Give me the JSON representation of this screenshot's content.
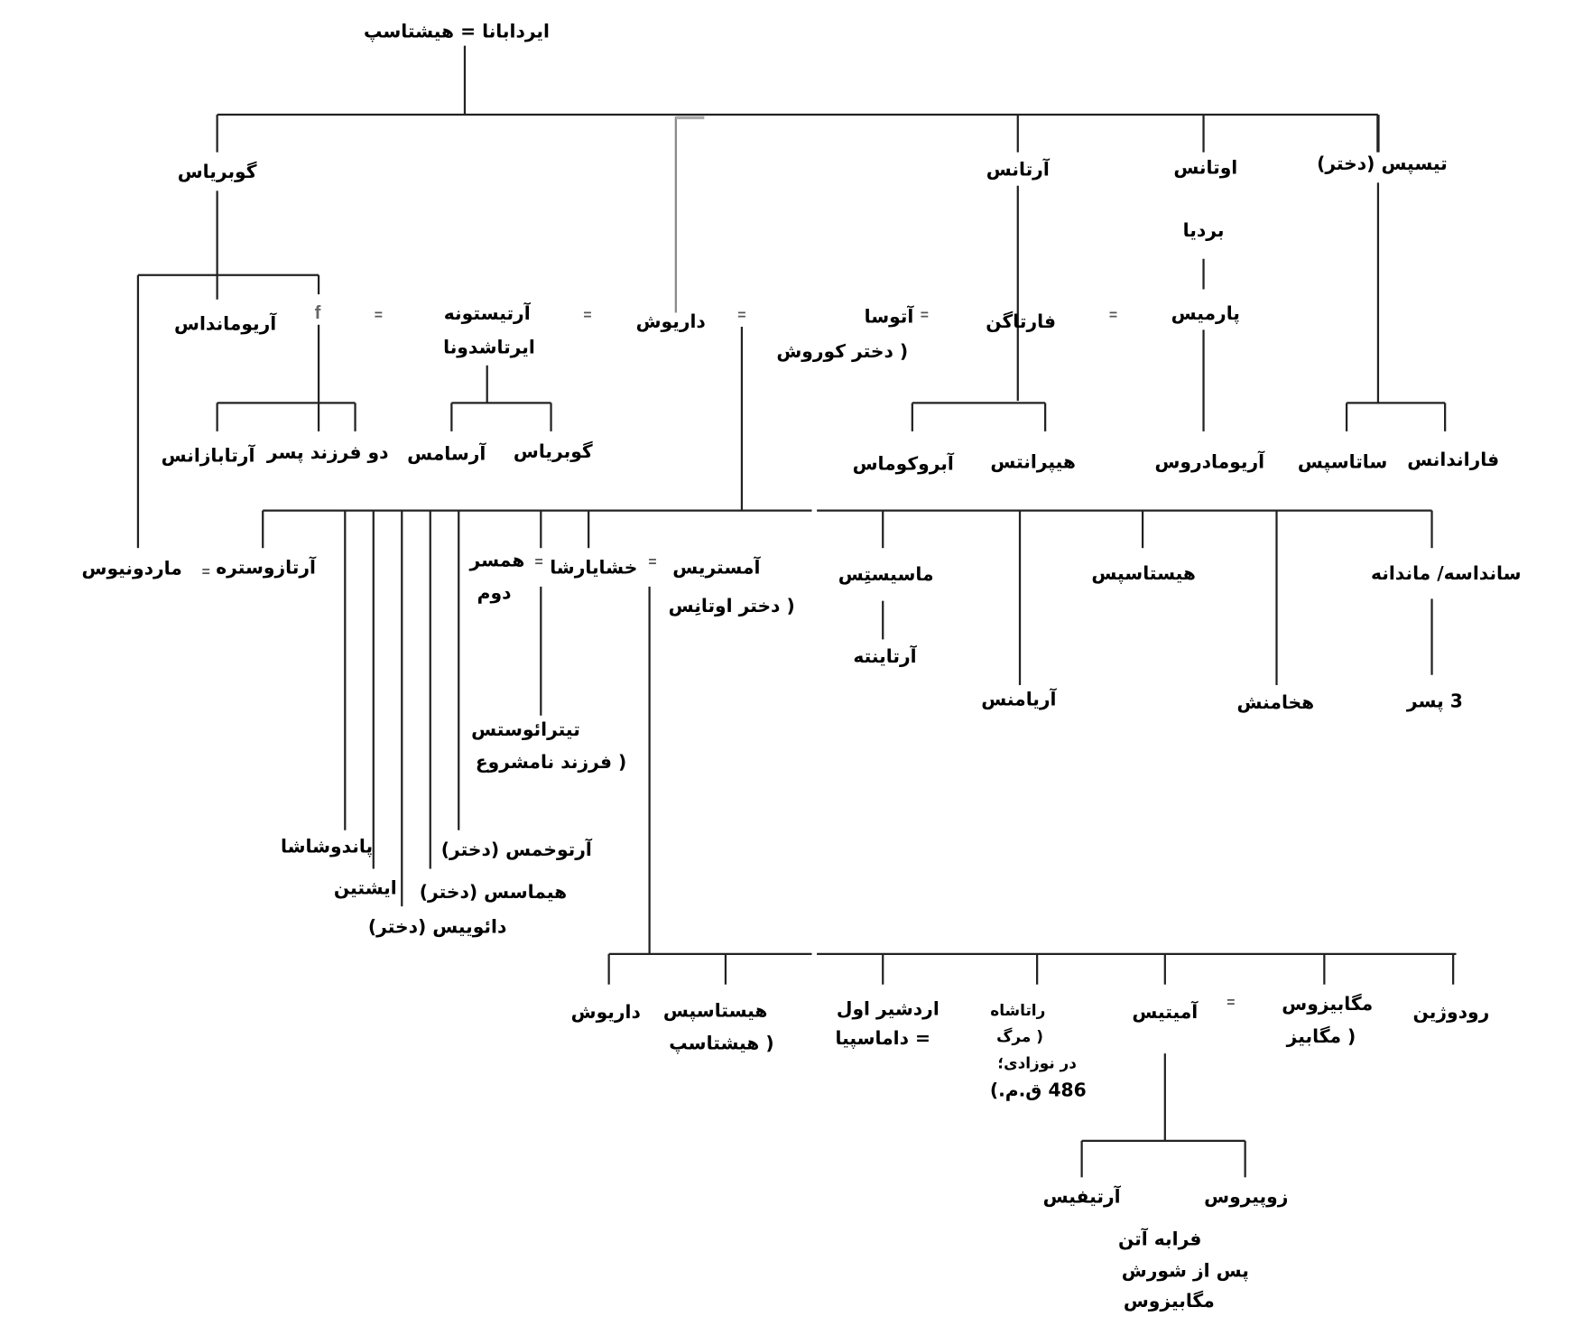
{
  "marriage_symbol": "=",
  "people": {
    "root": "ایردابانا = هیشتاسپ",
    "gobryas": "گوبریاس",
    "artanes": "آرتانس",
    "otanes": "اوتانس",
    "bardiya": "بردیا",
    "thyspes": "تیسپس (دختر)",
    "ariomandes": "آریومانداس",
    "f_mark": "f",
    "artystone": "آرتیستونه",
    "irtashduna": "ایرتاشدونا",
    "darius": "داریوش",
    "atossa": "آتوسا",
    "atossa_note": "( دختر کوروش",
    "phratagune": "فارتاگن",
    "parmys": "پارمیس",
    "artabazanes": "آرتابازانس",
    "two_sons": "دو فرزند پسر",
    "arsames": "آرسامس",
    "gobryas_2": "گوبریاس",
    "abrocomas": "آبروکوماس",
    "hyperanthes": "هیپرانتس",
    "ariomardus": "آریومادروس",
    "sataspes": "ساتاسپس",
    "pharandates": "فاراندانس",
    "mardonius": "ماردونیوس",
    "artazostre": "آرتازوستره",
    "second_wife": "همسر",
    "second_wife_2": "دوم",
    "xerxes": "خشایارشا",
    "amestris": "آمستریس",
    "amestris_note": "( دختر اوتانِس",
    "masistes": "ماسیستِس",
    "artaynte": "آرتاینته",
    "hystaspes": "هیستاسپس",
    "sandauce": "سانداسه/ ماندانه",
    "ariamenes": "آریامنس",
    "achaemenes": "هخامنش",
    "three_sons": "3 پسر",
    "tithraustes": "تیترائوستس",
    "tithraustes_note": "( فرزند نامشروع",
    "pandushasha": "پاندوشاشا",
    "artozostra": "آرتوخمس (دختر)",
    "ishtin": "ایشتین",
    "himases": "هیماسس (دختر)",
    "daioses": "دائوییس (دختر)",
    "darius_2": "داریوش",
    "hystaspes_2": "هیستاسپس",
    "hystaspes_2_note": "( هیشتاسپ",
    "artaxerxes": "اردشیر اول",
    "damaspia": "= داماسپیا",
    "ratashah": "راتاشاه",
    "ratashah_note1": "( مرگ",
    "ratashah_note2": "در نوزادی؛",
    "ratashah_note3": "486 ق.م.)",
    "amytis": "آمیتیس",
    "megabyzus": "مگابیزوس",
    "megabyzus_note": "( مگابیز",
    "rhodogune": "رودوژین",
    "artyphius": "آرتیفیس",
    "zopyrus": "زوپیروس",
    "zopyrus_note1": "فرابه آتن",
    "zopyrus_note2": "پس از شورش",
    "zopyrus_note3": "مگابیزوس"
  }
}
